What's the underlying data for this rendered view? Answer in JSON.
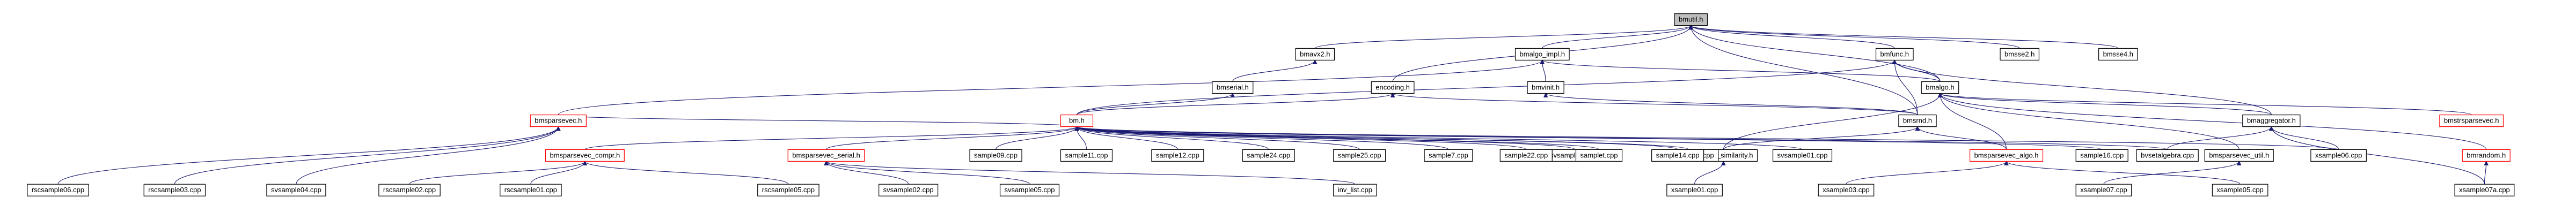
{
  "diagram": {
    "title": "",
    "colors": {
      "edge": "#191970",
      "box": "#000000",
      "red_box": "#ff0000",
      "root_fill": "#bfbfbf"
    },
    "nodes": [
      {
        "id": "bmutil",
        "label": "bmutil.h",
        "root": true
      },
      {
        "id": "bmavx2",
        "label": "bmavx2.h"
      },
      {
        "id": "bmalgo_impl",
        "label": "bmalgo_impl.h"
      },
      {
        "id": "bmfunc",
        "label": "bmfunc.h"
      },
      {
        "id": "bmsse2",
        "label": "bmsse2.h"
      },
      {
        "id": "bmsse4",
        "label": "bmsse4.h"
      },
      {
        "id": "bmserial",
        "label": "bmserial.h"
      },
      {
        "id": "encoding",
        "label": "encoding.h"
      },
      {
        "id": "bmvinit",
        "label": "bmvinit.h"
      },
      {
        "id": "bmalgo",
        "label": "bmalgo.h"
      },
      {
        "id": "bmsparsevec",
        "label": "bmsparsevec.h",
        "red": true
      },
      {
        "id": "bm",
        "label": "bm.h",
        "red": true
      },
      {
        "id": "bmsrnd",
        "label": "bmsrnd.h"
      },
      {
        "id": "bmaggregator",
        "label": "bmaggregator.h"
      },
      {
        "id": "bmstrsparsevec",
        "label": "bmstrsparsevec.h",
        "red": true
      },
      {
        "id": "bmsparsevec_compr",
        "label": "bmsparsevec_compr.h",
        "red": true
      },
      {
        "id": "bmsparsevec_serial",
        "label": "bmsparsevec_serial.h",
        "red": true
      },
      {
        "id": "bmalgo_similarity",
        "label": "bmalgo_similarity.h"
      },
      {
        "id": "bmsparsevec_algo",
        "label": "bmsparsevec_algo.h",
        "red": true
      },
      {
        "id": "bmsparsevec_util",
        "label": "bmsparsevec_util.h"
      },
      {
        "id": "bmrandom",
        "label": "bmrandom.h",
        "red": true
      },
      {
        "id": "svsample03",
        "label": "svsample03.cpp"
      },
      {
        "id": "svsample04",
        "label": "svsample04.cpp"
      },
      {
        "id": "svsample01",
        "label": "svsample01.cpp"
      },
      {
        "id": "sample09",
        "label": "sample09.cpp"
      },
      {
        "id": "sample11",
        "label": "sample11.cpp"
      },
      {
        "id": "sample12",
        "label": "sample12.cpp"
      },
      {
        "id": "sample24",
        "label": "sample24.cpp"
      },
      {
        "id": "sample25",
        "label": "sample25.cpp"
      },
      {
        "id": "sample7",
        "label": "sample7.cpp"
      },
      {
        "id": "sample22",
        "label": "sample22.cpp"
      },
      {
        "id": "samplet",
        "label": "samplet.cpp"
      },
      {
        "id": "sample14",
        "label": "sample14.cpp"
      },
      {
        "id": "sample16",
        "label": "sample16.cpp"
      },
      {
        "id": "bvsetalgebra",
        "label": "bvsetalgebra.cpp"
      },
      {
        "id": "xsample06",
        "label": "xsample06.cpp"
      },
      {
        "id": "rscsample06",
        "label": "rscsample06.cpp"
      },
      {
        "id": "rscsample03",
        "label": "rscsample03.cpp"
      },
      {
        "id": "svsample04b",
        "label": "svsample04.cpp"
      },
      {
        "id": "rscsample02",
        "label": "rscsample02.cpp"
      },
      {
        "id": "rscsample01",
        "label": "rscsample01.cpp"
      },
      {
        "id": "rscsample05",
        "label": "rscsample05.cpp"
      },
      {
        "id": "svsample02",
        "label": "svsample02.cpp"
      },
      {
        "id": "svsample05",
        "label": "svsample05.cpp"
      },
      {
        "id": "inv_list",
        "label": "inv_list.cpp"
      },
      {
        "id": "xsample01",
        "label": "xsample01.cpp"
      },
      {
        "id": "xsample03",
        "label": "xsample03.cpp"
      },
      {
        "id": "xsample07",
        "label": "xsample07.cpp"
      },
      {
        "id": "xsample05",
        "label": "xsample05.cpp"
      },
      {
        "id": "xsample07a",
        "label": "xsample07a.cpp"
      }
    ],
    "edges": [
      [
        "bmavx2",
        "bmutil"
      ],
      [
        "bmalgo_impl",
        "bmutil"
      ],
      [
        "bmfunc",
        "bmutil"
      ],
      [
        "bmsse2",
        "bmutil"
      ],
      [
        "bmsse4",
        "bmutil"
      ],
      [
        "encoding",
        "bmutil"
      ],
      [
        "bmalgo",
        "bmutil"
      ],
      [
        "bmsrnd",
        "bmutil"
      ],
      [
        "bmserial",
        "bmavx2"
      ],
      [
        "bmalgo",
        "bmalgo_impl"
      ],
      [
        "bmsparsevec",
        "bmalgo_impl"
      ],
      [
        "bmvinit",
        "bmalgo_impl"
      ],
      [
        "bmalgo",
        "bmfunc"
      ],
      [
        "bmsrnd",
        "bmfunc"
      ],
      [
        "bmaggregator",
        "bmfunc"
      ],
      [
        "bm",
        "bmfunc"
      ],
      [
        "bm",
        "bmserial"
      ],
      [
        "bmsrnd",
        "encoding"
      ],
      [
        "bm",
        "encoding"
      ],
      [
        "bmsrnd",
        "bmvinit"
      ],
      [
        "bmsparsevec",
        "bm"
      ],
      [
        "bmsparsevec_compr",
        "bm"
      ],
      [
        "bmsparsevec_serial",
        "bm"
      ],
      [
        "bmaggregator",
        "bmalgo"
      ],
      [
        "bmstrsparsevec",
        "bmalgo"
      ],
      [
        "bmrandom",
        "bmalgo"
      ],
      [
        "bmsparsevec_algo",
        "bmalgo"
      ],
      [
        "bmalgo_similarity",
        "bmalgo"
      ],
      [
        "bmsparsevec_util",
        "bmalgo"
      ],
      [
        "bmalgo_similarity",
        "bmsrnd"
      ],
      [
        "bmsparsevec_algo",
        "bmsrnd"
      ],
      [
        "svsample03",
        "bm"
      ],
      [
        "svsample04",
        "bm"
      ],
      [
        "svsample01",
        "bm"
      ],
      [
        "sample09",
        "bm"
      ],
      [
        "sample11",
        "bm"
      ],
      [
        "sample12",
        "bm"
      ],
      [
        "sample24",
        "bm"
      ],
      [
        "sample25",
        "bm"
      ],
      [
        "sample7",
        "bm"
      ],
      [
        "sample22",
        "bm"
      ],
      [
        "samplet",
        "bm"
      ],
      [
        "sample14",
        "bm"
      ],
      [
        "sample16",
        "bm"
      ],
      [
        "bvsetalgebra",
        "bm"
      ],
      [
        "xsample06",
        "bm"
      ],
      [
        "rscsample06",
        "bmsparsevec"
      ],
      [
        "rscsample03",
        "bmsparsevec"
      ],
      [
        "svsample04b",
        "bmsparsevec"
      ],
      [
        "rscsample02",
        "bmsparsevec_compr"
      ],
      [
        "rscsample01",
        "bmsparsevec_compr"
      ],
      [
        "rscsample05",
        "bmsparsevec_compr"
      ],
      [
        "svsample02",
        "bmsparsevec_serial"
      ],
      [
        "svsample05",
        "bmsparsevec_serial"
      ],
      [
        "inv_list",
        "bmsparsevec_serial"
      ],
      [
        "xsample01",
        "bmalgo_similarity"
      ],
      [
        "xsample03",
        "bmsparsevec_algo"
      ],
      [
        "xsample07",
        "bmsparsevec_util"
      ],
      [
        "xsample05",
        "bmsparsevec_algo"
      ],
      [
        "xsample07a",
        "bmrandom"
      ],
      [
        "bvsetalgebra",
        "bmaggregator"
      ],
      [
        "xsample06",
        "bmaggregator"
      ],
      [
        "xsample07a",
        "bmaggregator"
      ]
    ]
  }
}
